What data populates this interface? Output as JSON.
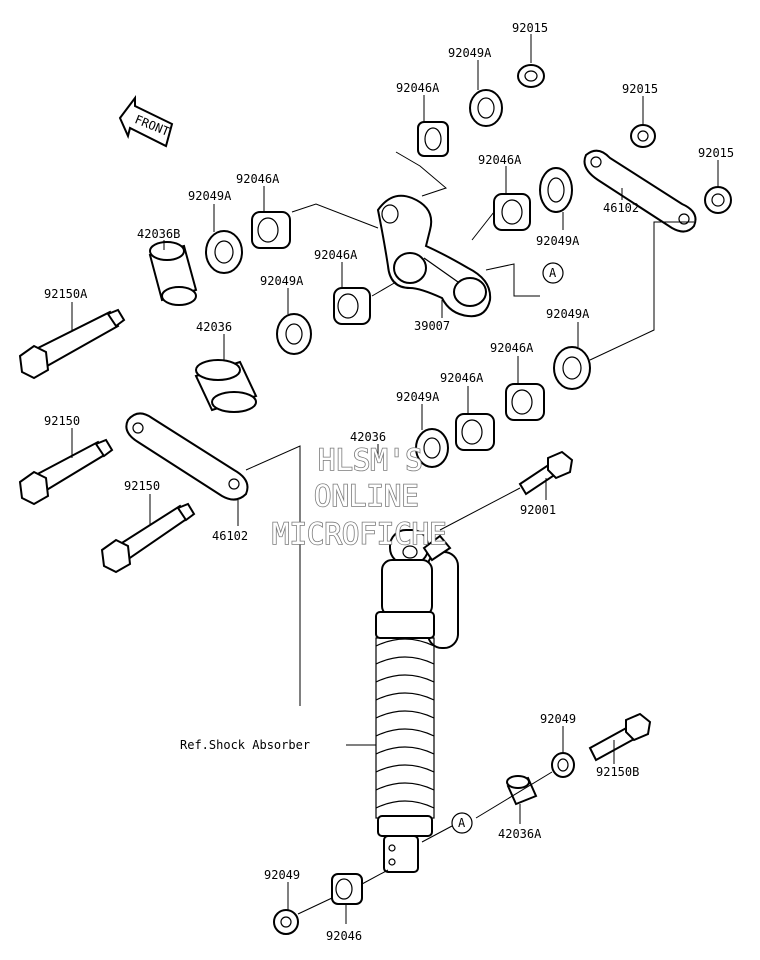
{
  "watermark": {
    "line1": "HLSM'S",
    "line2": "ONLINE",
    "line3": "MICROFICHE"
  },
  "front_arrow_label": "FRONT",
  "callout_marker": "A",
  "parts": {
    "p92015_top": "92015",
    "p92049A_top": "92049A",
    "p92046A_top": "92046A",
    "p92015_mid": "92015",
    "p92015_right": "92015",
    "p92046A_r1": "92046A",
    "p46102_right": "46102",
    "p92049A_r1": "92049A",
    "p92046A_left": "92046A",
    "p92049A_left": "92049A",
    "p42036B": "42036B",
    "p92046A_center": "92046A",
    "p92049A_center": "92049A",
    "p92150A": "92150A",
    "p39007": "39007",
    "p42036": "42036",
    "p92049A_r2": "92049A",
    "p92046A_r2": "92046A",
    "p92046A_r3": "92046A",
    "p92049A_r3": "92049A",
    "p92150_upper": "92150",
    "p42036_center": "42036",
    "p92150_lower": "92150",
    "p92001": "92001",
    "p46102_left": "46102",
    "ref_shock": "Ref.Shock Absorber",
    "p92049_right": "92049",
    "p92150B": "92150B",
    "p42036A": "42036A",
    "p92049_bottom": "92049",
    "p92046_bottom": "92046"
  }
}
